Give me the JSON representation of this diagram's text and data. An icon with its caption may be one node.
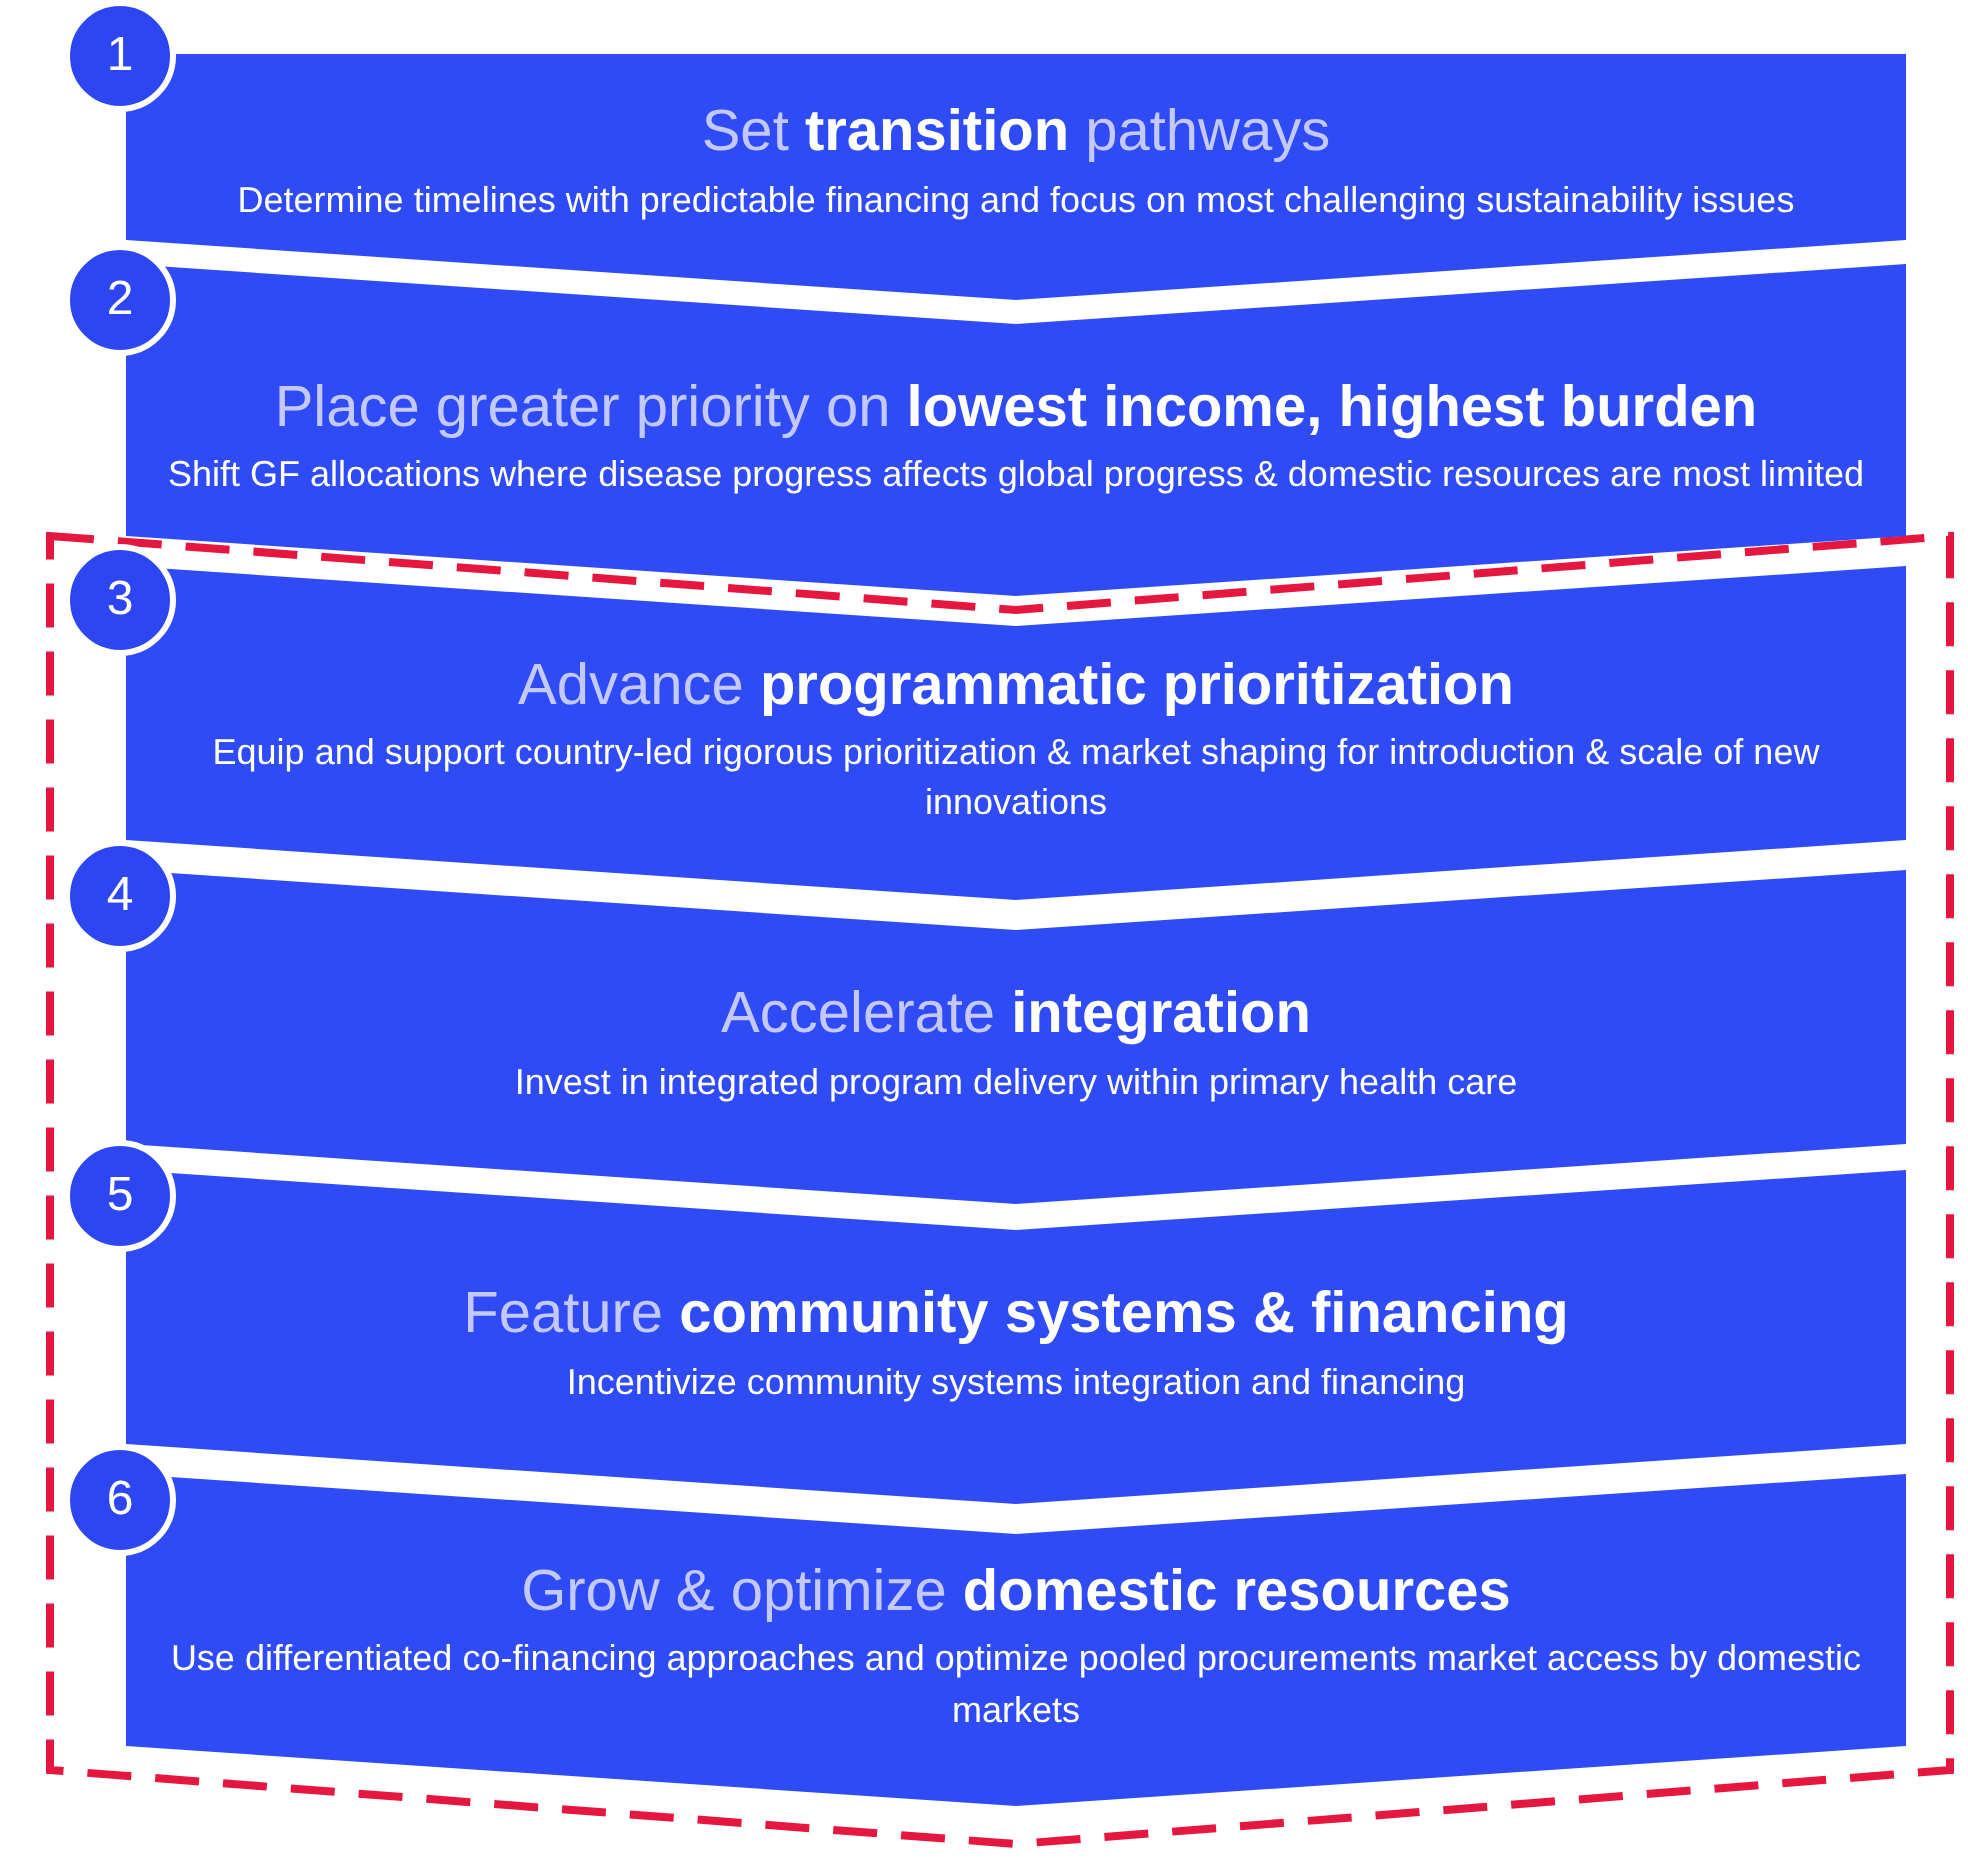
{
  "diagram": {
    "nodes": [
      {
        "text": [
          "1"
        ]
      },
      {
        "text": [
          "Set **transition** pathways",
          "Determine timelines with predictable financing and focus on most challenging sustainability issues"
        ]
      },
      {
        "text": [
          "2"
        ]
      },
      {
        "text": [
          "Place greater priority on **lowest income, highest burden**",
          "Shift GF allocations where disease progress affects global progress & domestic resources are most limited"
        ]
      },
      {
        "text": [],
        "shape": "box"
      },
      {
        "text": [
          "3"
        ],
        "in": 4
      },
      {
        "text": [
          "Advance **programmatic prioritization**",
          "Equip and support country-led rigorous prioritization & market shaping for introduction & scale of new innovations"
        ],
        "in": 4
      },
      {
        "text": [
          "4"
        ],
        "in": 4
      },
      {
        "text": [
          "Accelerate **integration**",
          "Invest in integrated program delivery within primary health care"
        ],
        "in": 4
      },
      {
        "text": [
          "5"
        ],
        "in": 4
      },
      {
        "text": [
          "Feature **community systems & financing**",
          "Incentivize community systems integration and financing"
        ],
        "in": 4
      },
      {
        "text": [
          "6"
        ],
        "in": 4
      },
      {
        "text": [
          "Grow & optimize **domestic resources**",
          "Use differentiated co-financing approaches and optimize pooled procurements market access by domestic markets"
        ],
        "in": 4
      }
    ],
    "edges": []
  }
}
